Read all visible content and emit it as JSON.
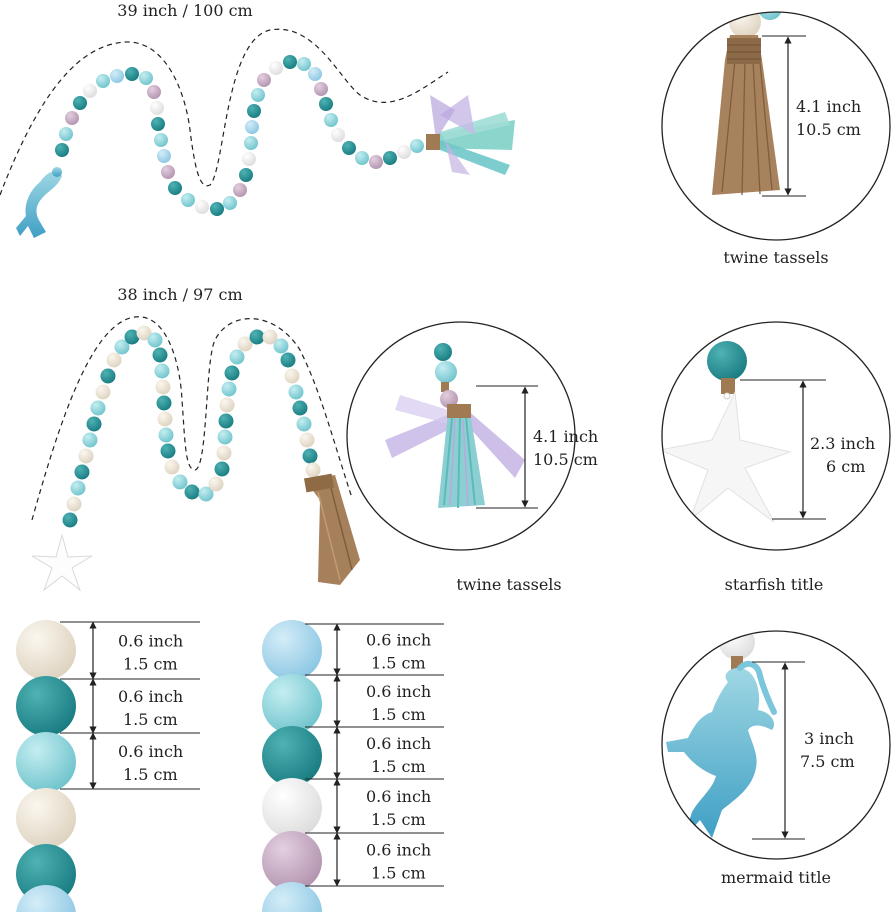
{
  "garland_long": {
    "length_label": "39 inch / 100 cm"
  },
  "garland_short": {
    "length_label": "38 inch / 97 cm"
  },
  "callouts": {
    "twine_tassel_1": {
      "inch": "4.1 inch",
      "cm": "10.5 cm",
      "caption": "twine tassels"
    },
    "twine_tassel_2": {
      "inch": "4.1 inch",
      "cm": "10.5 cm",
      "caption": "twine tassels"
    },
    "starfish": {
      "inch": "2.3 inch",
      "cm": "6 cm",
      "caption": "starfish title"
    },
    "mermaid": {
      "inch": "3 inch",
      "cm": "7.5 cm",
      "caption": "mermaid title"
    }
  },
  "bead_column_left": [
    {
      "inch": "0.6 inch",
      "cm": "1.5 cm"
    },
    {
      "inch": "0.6 inch",
      "cm": "1.5 cm"
    },
    {
      "inch": "0.6 inch",
      "cm": "1.5 cm"
    }
  ],
  "bead_column_right": [
    {
      "inch": "0.6 inch",
      "cm": "1.5 cm"
    },
    {
      "inch": "0.6 inch",
      "cm": "1.5 cm"
    },
    {
      "inch": "0.6 inch",
      "cm": "1.5 cm"
    },
    {
      "inch": "0.6 inch",
      "cm": "1.5 cm"
    },
    {
      "inch": "0.6 inch",
      "cm": "1.5 cm"
    }
  ],
  "colors": {
    "teal": "#1f8a8f",
    "aqua": "#8fd6dd",
    "sky": "#a9d8ee",
    "cream": "#ece4d6",
    "white": "#f1f1f1",
    "lavender": "#c7a9c4",
    "twine": "#a07a52",
    "ribbon": "#b7a3dc"
  }
}
